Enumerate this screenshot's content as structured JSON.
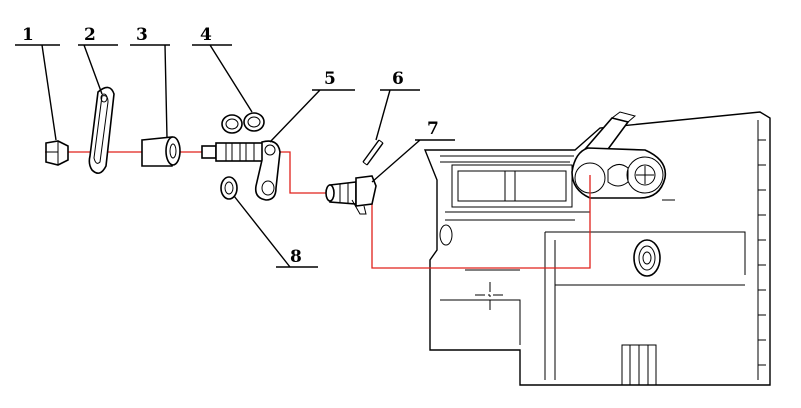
{
  "callouts": [
    {
      "id": "1",
      "text": "1"
    },
    {
      "id": "2",
      "text": "2"
    },
    {
      "id": "3",
      "text": "3"
    },
    {
      "id": "4",
      "text": "4"
    },
    {
      "id": "5",
      "text": "5"
    },
    {
      "id": "6",
      "text": "6"
    },
    {
      "id": "7",
      "text": "7"
    },
    {
      "id": "8",
      "text": "8"
    }
  ],
  "colors": {
    "assembly_axis": "#e0201a",
    "line": "#000000",
    "background": "#ffffff"
  }
}
